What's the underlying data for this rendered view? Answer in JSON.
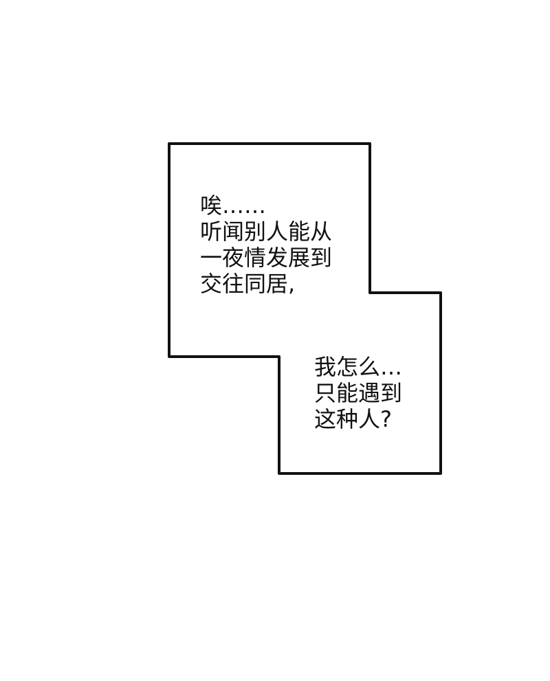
{
  "captions": [
    {
      "lines": [
        "唉……",
        "听闻别人能从",
        "一夜情发展到",
        "交往同居,"
      ]
    },
    {
      "lines": [
        "我怎么…",
        "只能遇到",
        "这种人?"
      ]
    }
  ],
  "colors": {
    "background": "#ffffff",
    "border": "#111111",
    "text": "#111111"
  }
}
